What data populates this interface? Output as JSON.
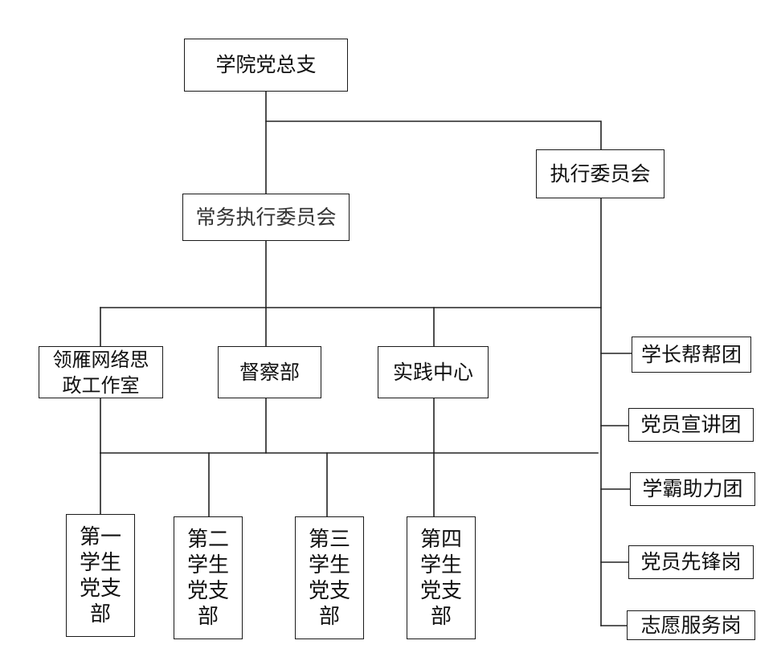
{
  "nodes": {
    "root": "学院党总支",
    "executive": "执行委员会",
    "standing": "常务执行委员会",
    "studio": [
      "领雁网络思",
      "政工作室"
    ],
    "supervision": "督察部",
    "practice": "实践中心",
    "branch1": [
      "第一",
      "学生",
      "党支",
      "部"
    ],
    "branch2": [
      "第二",
      "学生",
      "党支",
      "部"
    ],
    "branch3": [
      "第三",
      "学生",
      "党支",
      "部"
    ],
    "branch4": [
      "第四",
      "学生",
      "党支",
      "部"
    ],
    "mentor": "学长帮帮团",
    "lecture": "党员宣讲团",
    "tutor": "学霸助力团",
    "pioneer": "党员先锋岗",
    "volunteer": "志愿服务岗"
  }
}
